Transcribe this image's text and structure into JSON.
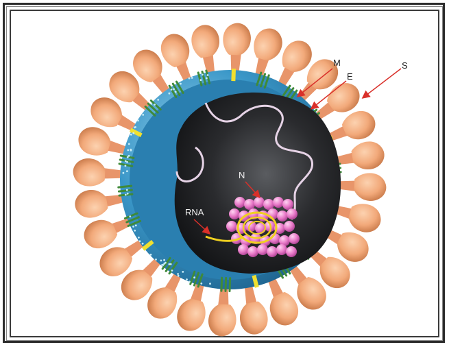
{
  "labels": {
    "m": "M",
    "e": "E",
    "s": "S",
    "n": "N",
    "rna": "RNA"
  },
  "colors": {
    "spike": "#f2a97a",
    "envelope": "#2f86b8",
    "membrane_protein": "#3f8a3a",
    "envelope_protein": "#f0e030",
    "nucleocapsid": "#e87ac8",
    "rna": "#f0d020",
    "interior": "#1e1f22",
    "arrow": "#d9302a"
  }
}
